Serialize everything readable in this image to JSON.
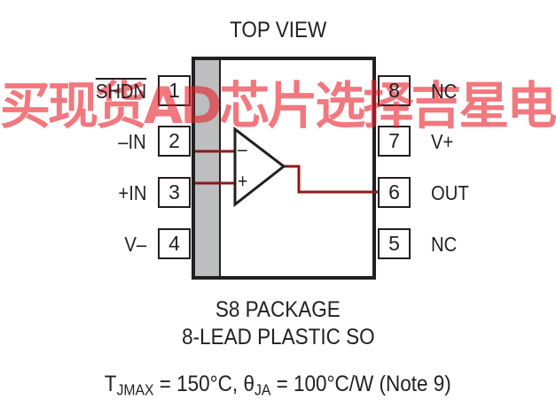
{
  "top_view": "TOP VIEW",
  "watermark": "买现货AD芯片选择吉星电子",
  "pins_left": [
    {
      "num": "1",
      "label": "SHDN"
    },
    {
      "num": "2",
      "label": "–IN"
    },
    {
      "num": "3",
      "label": "+IN"
    },
    {
      "num": "4",
      "label": "V–"
    }
  ],
  "pins_right": [
    {
      "num": "8",
      "label": "NC"
    },
    {
      "num": "7",
      "label": "V+"
    },
    {
      "num": "6",
      "label": "OUT"
    },
    {
      "num": "5",
      "label": "NC"
    }
  ],
  "opamp": {
    "minus": "–",
    "plus": "+"
  },
  "package_line1": "S8 PACKAGE",
  "package_line2": "8-LEAD PLASTIC SO",
  "thermal": {
    "t_symbol": "T",
    "t_sub": "JMAX",
    "t_value": " = 150°C, ",
    "theta_symbol": "θ",
    "theta_sub": "JA",
    "theta_value": " = 100°C/W (Note 9)"
  },
  "colors": {
    "line": "#231f20",
    "wire": "#8b1a1a",
    "stripe": "#bcbec0",
    "watermark": "#e8202a"
  }
}
